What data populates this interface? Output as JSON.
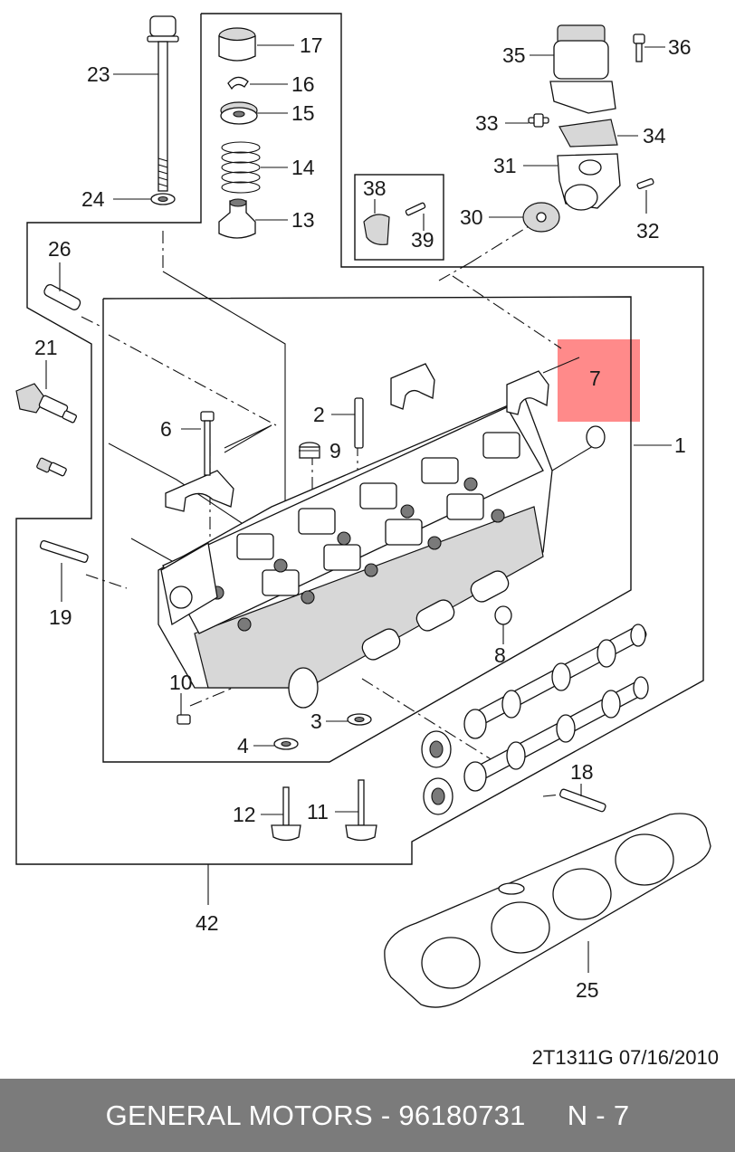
{
  "callouts": {
    "1": "1",
    "2": "2",
    "3": "3",
    "4": "4",
    "6": "6",
    "7": "7",
    "8": "8",
    "9": "9",
    "10": "10",
    "11": "11",
    "12": "12",
    "13": "13",
    "14": "14",
    "15": "15",
    "16": "16",
    "17": "17",
    "18": "18",
    "19": "19",
    "21": "21",
    "23": "23",
    "24": "24",
    "25": "25",
    "26": "26",
    "30": "30",
    "31": "31",
    "32": "32",
    "33": "33",
    "34": "34",
    "35": "35",
    "36": "36",
    "38": "38",
    "39": "39",
    "42": "42"
  },
  "highlight_color": "#ff8a8a",
  "drawing_code": "2T1311G  07/16/2010",
  "footer": {
    "brand": "GENERAL MOTORS",
    "separator": " - ",
    "part_number": "96180731",
    "position_label": "N - 7",
    "background": "#7b7b7b"
  }
}
